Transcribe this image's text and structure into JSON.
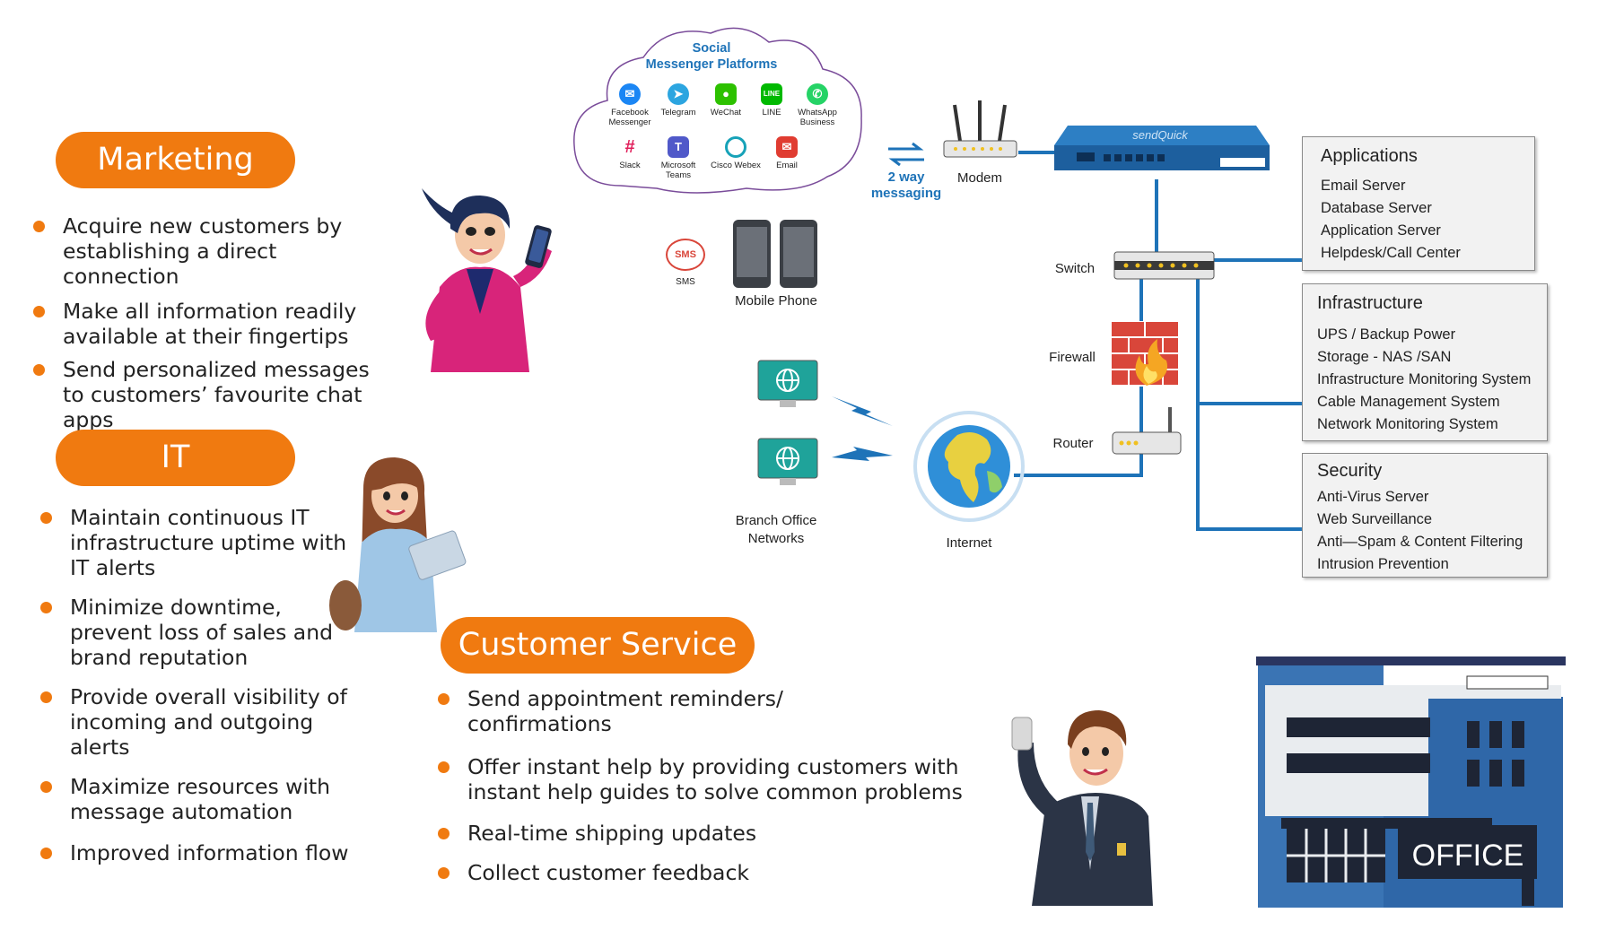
{
  "marketing": {
    "title": "Marketing",
    "items": [
      "Acquire new customers by establishing a direct connection",
      "Make all information readily available at their fingertips",
      "Send personalized messages to customers’ favourite chat apps"
    ]
  },
  "it": {
    "title": "IT",
    "items": [
      "Maintain continuous IT infrastructure uptime with IT alerts",
      "Minimize downtime, prevent loss of sales and brand reputation",
      "Provide overall visibility of incoming and outgoing alerts",
      "Maximize resources with message automation",
      "Improved information flow"
    ]
  },
  "customer_service": {
    "title": "Customer Service",
    "items": [
      "Send appointment reminders/ confirmations",
      "Offer instant help by providing customers with instant help guides to solve common problems",
      "Real-time shipping updates",
      "Collect customer feedback"
    ]
  },
  "cloud": {
    "title_line1": "Social",
    "title_line2": "Messenger Platforms",
    "apps": [
      "Facebook Messenger",
      "Telegram",
      "WeChat",
      "LINE",
      "WhatsApp Business",
      "Slack",
      "Microsoft Teams",
      "Cisco Webex",
      "Email"
    ]
  },
  "network": {
    "two_way": "2 way",
    "messaging": "messaging",
    "modem": "Modem",
    "switch": "Switch",
    "firewall": "Firewall",
    "router": "Router",
    "internet": "Internet",
    "sms": "SMS",
    "sms_icon": "SMS",
    "mobile_phone": "Mobile Phone",
    "branch_line1": "Branch Office",
    "branch_line2": "Networks",
    "brand": "sendQuick",
    "office": "OFFICE"
  },
  "applications": {
    "title": "Applications",
    "items": [
      "Email Server",
      "Database Server",
      "Application Server",
      "Helpdesk/Call Center"
    ]
  },
  "infrastructure": {
    "title": "Infrastructure",
    "items": [
      "UPS / Backup Power",
      "Storage - NAS /SAN",
      "Infrastructure Monitoring System",
      "Cable Management System",
      "Network Monitoring System"
    ]
  },
  "security": {
    "title": "Security",
    "items": [
      "Anti-Virus Server",
      "Web Surveillance",
      "Anti—Spam & Content Filtering",
      "Intrusion Prevention"
    ]
  },
  "colors": {
    "accent": "#f07a10",
    "line_blue": "#1e73b8"
  }
}
